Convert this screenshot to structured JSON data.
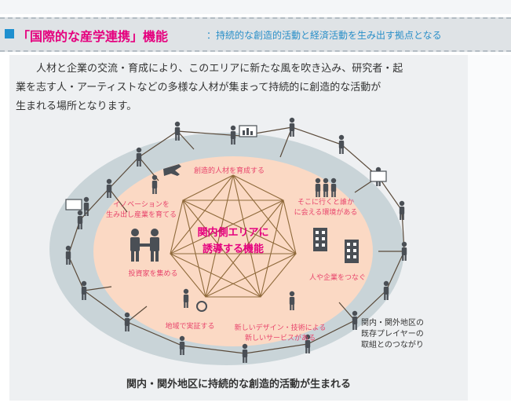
{
  "header": {
    "title": "「国際的な産学連携」機能",
    "subtitle": "：持続的な創造的活動と経済活動を生み出す拠点となる"
  },
  "intro": {
    "line1": "人材と企業の交流・育成により、このエリアに新たな風を吹き込み、研究者・起",
    "line2": "業を志す人・アーティストなどの多様な人材が集まって持続的に創造的な活動が",
    "line3": "生まれる場所となります。"
  },
  "diagram": {
    "center_line1": "関内側エリアに",
    "center_line2": "誘導する機能",
    "labels": {
      "top": "創造的人材を育成する",
      "left_upper_1": "イノベーションを",
      "left_upper_2": "生み出し産業を育てる",
      "right_upper_1": "そこに行くと誰か",
      "right_upper_2": "に会える環境がある",
      "left_lower": "投資家を集める",
      "right_lower": "人や企業をつなぐ",
      "bottom_left": "地域で実証する",
      "bottom_right_1": "新しいデザイン・技術による",
      "bottom_right_2": "新しいサービスがある"
    },
    "outer_label_1": "関内・関外地区の",
    "outer_label_2": "既存プレイヤーの",
    "outer_label_3": "取組とのつながり"
  },
  "footer": {
    "caption": "関内・関外地区に持続的な創造的活動が生まれる"
  },
  "colors": {
    "accent_blue": "#1f90cf",
    "accent_pink": "#e5007e",
    "label_pink": "#e8456c",
    "outer_ellipse": "#c9d4d8",
    "inner_ellipse": "#fbd9c4",
    "star_lines": "#8f6a3b",
    "figure": "#4a4f55"
  }
}
